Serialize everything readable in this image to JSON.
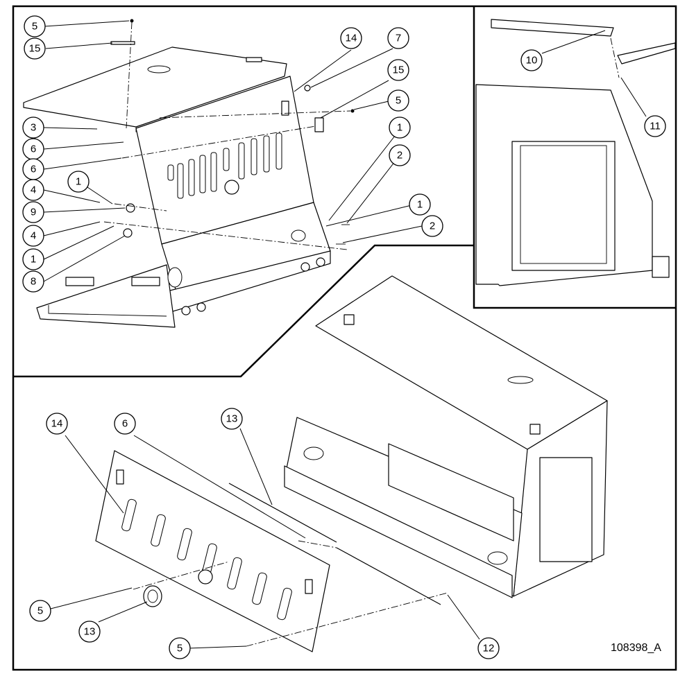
{
  "drawing": {
    "number": "108398_A"
  },
  "callouts": [
    {
      "label": "5",
      "view": "top-left"
    },
    {
      "label": "15",
      "view": "top-left"
    },
    {
      "label": "14",
      "view": "top-left"
    },
    {
      "label": "7",
      "view": "top-left"
    },
    {
      "label": "15",
      "view": "top-left"
    },
    {
      "label": "5",
      "view": "top-left"
    },
    {
      "label": "3",
      "view": "top-left"
    },
    {
      "label": "6",
      "view": "top-left"
    },
    {
      "label": "6",
      "view": "top-left"
    },
    {
      "label": "1",
      "view": "top-left"
    },
    {
      "label": "4",
      "view": "top-left"
    },
    {
      "label": "9",
      "view": "top-left"
    },
    {
      "label": "4",
      "view": "top-left"
    },
    {
      "label": "1",
      "view": "top-left"
    },
    {
      "label": "8",
      "view": "top-left"
    },
    {
      "label": "1",
      "view": "top-left"
    },
    {
      "label": "2",
      "view": "top-left"
    },
    {
      "label": "1",
      "view": "top-left"
    },
    {
      "label": "2",
      "view": "top-left"
    },
    {
      "label": "10",
      "view": "top-right"
    },
    {
      "label": "11",
      "view": "top-right"
    },
    {
      "label": "14",
      "view": "bottom"
    },
    {
      "label": "6",
      "view": "bottom"
    },
    {
      "label": "13",
      "view": "bottom"
    },
    {
      "label": "5",
      "view": "bottom"
    },
    {
      "label": "13",
      "view": "bottom"
    },
    {
      "label": "5",
      "view": "bottom"
    },
    {
      "label": "12",
      "view": "bottom"
    }
  ]
}
